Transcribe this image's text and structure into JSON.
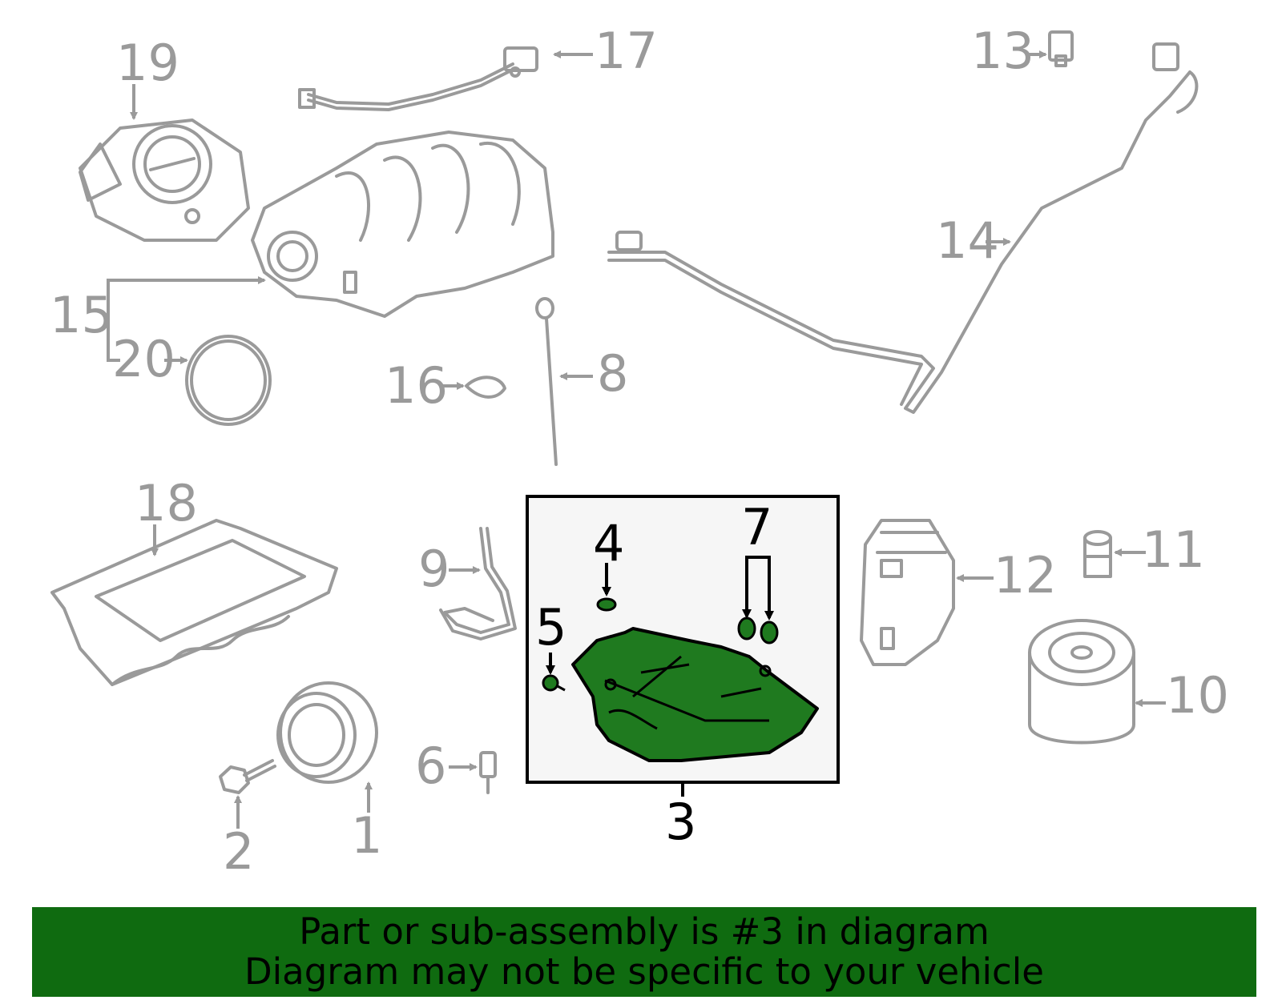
{
  "colors": {
    "highlight": "#0f6b10",
    "part_fill": "#1f7a1f",
    "callout_gray": "#9a9a9a",
    "selected_box_bg": "#f6f6f6"
  },
  "callouts": {
    "c1": "1",
    "c2": "2",
    "c3": "3",
    "c4": "4",
    "c5": "5",
    "c6": "6",
    "c7": "7",
    "c8": "8",
    "c9": "9",
    "c10": "10",
    "c11": "11",
    "c12": "12",
    "c13": "13",
    "c14": "14",
    "c15": "15",
    "c16": "16",
    "c17": "17",
    "c18": "18",
    "c19": "19",
    "c20": "20"
  },
  "selected_part": "3",
  "banner": {
    "line1": "Part or sub-assembly is #3 in diagram",
    "line2": "Diagram may not be specific to your vehicle"
  }
}
